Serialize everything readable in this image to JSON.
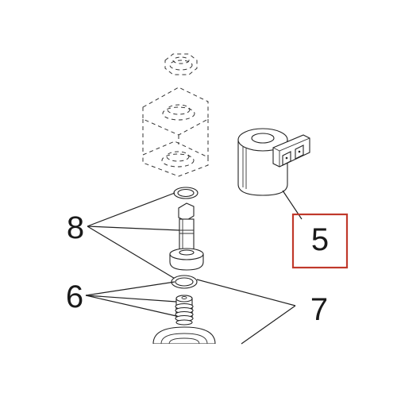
{
  "diagram": {
    "callouts": {
      "part_5": "5",
      "part_6": "6",
      "part_7": "7",
      "part_8": "8"
    },
    "highlight_color": "#c0392b",
    "line_color": "#222222"
  }
}
